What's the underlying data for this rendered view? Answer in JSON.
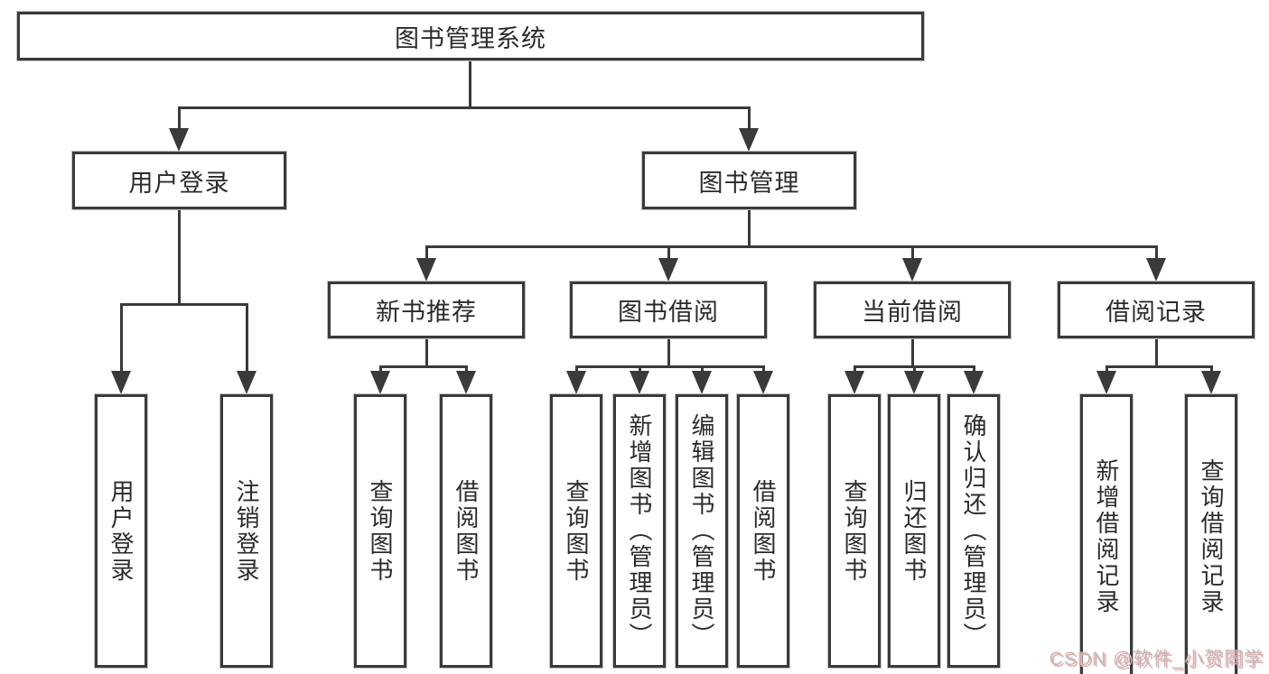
{
  "colors": {
    "line": "#3a3a3a",
    "text": "#2b2b2b",
    "watermark_gray": "#bdbdbd",
    "watermark_pink": "#f2a8a8",
    "background": "#ffffff"
  },
  "tree": {
    "root": {
      "label": "图书管理系统"
    },
    "branches": [
      {
        "label": "用户登录",
        "children": [
          {
            "label": "用户登录"
          },
          {
            "label": "注销登录"
          }
        ]
      },
      {
        "label": "图书管理",
        "children": [
          {
            "label": "新书推荐",
            "children": [
              {
                "label": "查询图书"
              },
              {
                "label": "借阅图书"
              }
            ]
          },
          {
            "label": "图书借阅",
            "children": [
              {
                "label": "查询图书"
              },
              {
                "label": "新增图书（管理员）"
              },
              {
                "label": "编辑图书（管理员）"
              },
              {
                "label": "借阅图书"
              }
            ]
          },
          {
            "label": "当前借阅",
            "children": [
              {
                "label": "查询图书"
              },
              {
                "label": "归还图书"
              },
              {
                "label": "确认归还（管理员）"
              }
            ]
          },
          {
            "label": "借阅记录",
            "children": [
              {
                "label": "新增借阅记录"
              },
              {
                "label": "查询借阅记录"
              }
            ]
          }
        ]
      }
    ]
  },
  "watermark": {
    "text": "CSDN @软件_小贺同学"
  }
}
